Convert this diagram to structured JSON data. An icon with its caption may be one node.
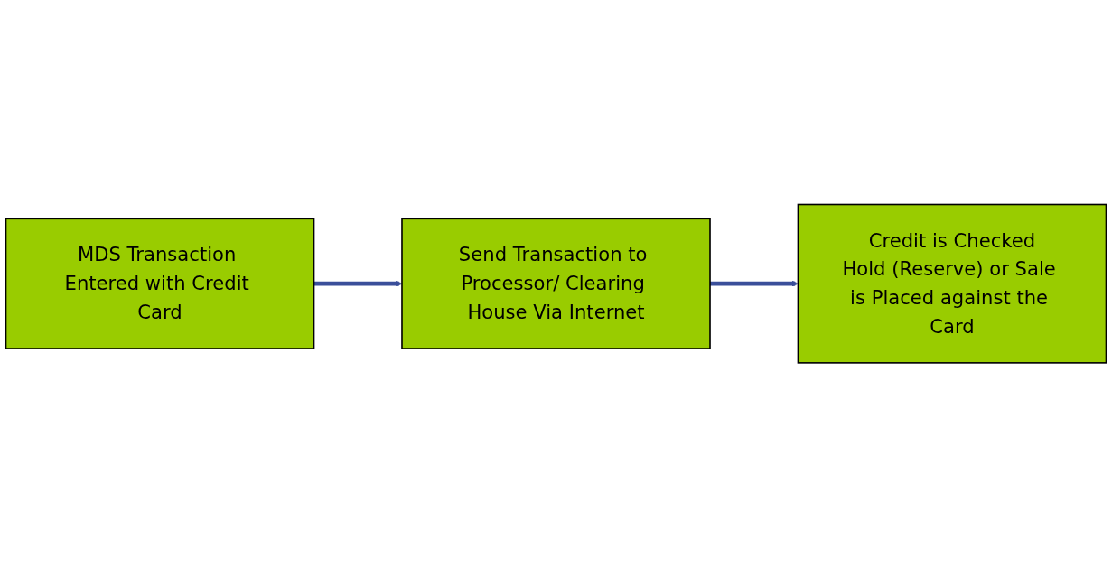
{
  "diagram": {
    "nodes": [
      {
        "text": [
          "MDS Transaction Entered with Credit Card"
        ]
      },
      {
        "text": [
          "Send Transaction to Processor/ Clearing House Via Internet"
        ]
      },
      {
        "text": [
          "Credit is Checked",
          "Hold (Reserve) or Sale is Placed against the Card"
        ]
      }
    ],
    "edges": [
      {
        "from": 0,
        "to": 1,
        "arrow": "to"
      },
      {
        "from": 1,
        "to": 2,
        "arrow": "to"
      }
    ]
  }
}
